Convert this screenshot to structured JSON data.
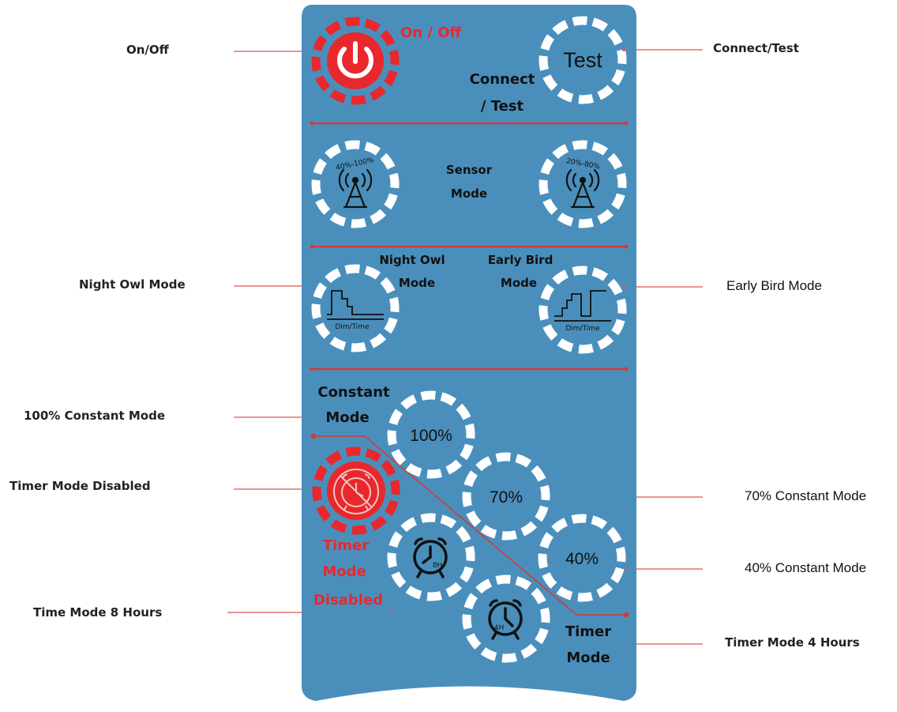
{
  "colors": {
    "panel": "#4a8fbc",
    "ring": "#ffffff",
    "active": "#e8282d",
    "divider": "#d23a3a",
    "leader": "#e05555",
    "label": "#111111"
  },
  "callouts": {
    "on_off": "On/Off",
    "connect_test": "Connect/Test",
    "night_owl": "Night Owl Mode",
    "early_bird": "Early Bird Mode",
    "constant_100": "100% Constant Mode",
    "timer_disabled": "Timer Mode Disabled",
    "constant_70": "70% Constant Mode",
    "constant_40": "40% Constant Mode",
    "timer_8h": "Time Mode 8 Hours",
    "timer_4h": "Timer Mode 4 Hours"
  },
  "panel": {
    "power": {
      "label": "On / Off",
      "icon": "power-icon",
      "state": "active"
    },
    "connect": {
      "button_text": "Test",
      "label_line1": "Connect",
      "label_line2": "/ Test"
    },
    "sensor": {
      "label_line1": "Sensor",
      "label_line2": "Mode",
      "left_range": "40%-100%",
      "right_range": "20%-80%",
      "icon": "antenna-icon"
    },
    "night_owl": {
      "label_line1": "Night Owl",
      "label_line2": "Mode",
      "caption": "Dim/Time",
      "icon": "step-down-icon"
    },
    "early_bird": {
      "label_line1": "Early Bird",
      "label_line2": "Mode",
      "caption": "Dim/Time",
      "icon": "step-up-icon"
    },
    "constant": {
      "label_line1": "Constant",
      "label_line2": "Mode",
      "buttons": [
        "100%",
        "70%",
        "40%"
      ]
    },
    "timer": {
      "label_line1": "Timer",
      "label_line2": "Mode",
      "disabled_line1": "Timer",
      "disabled_line2": "Mode",
      "disabled_line3": "Disabled",
      "disabled_icon": "alarm-clock-off-icon",
      "button_8h": "8H",
      "button_4h": "4H",
      "clock_icon": "alarm-clock-icon"
    }
  }
}
